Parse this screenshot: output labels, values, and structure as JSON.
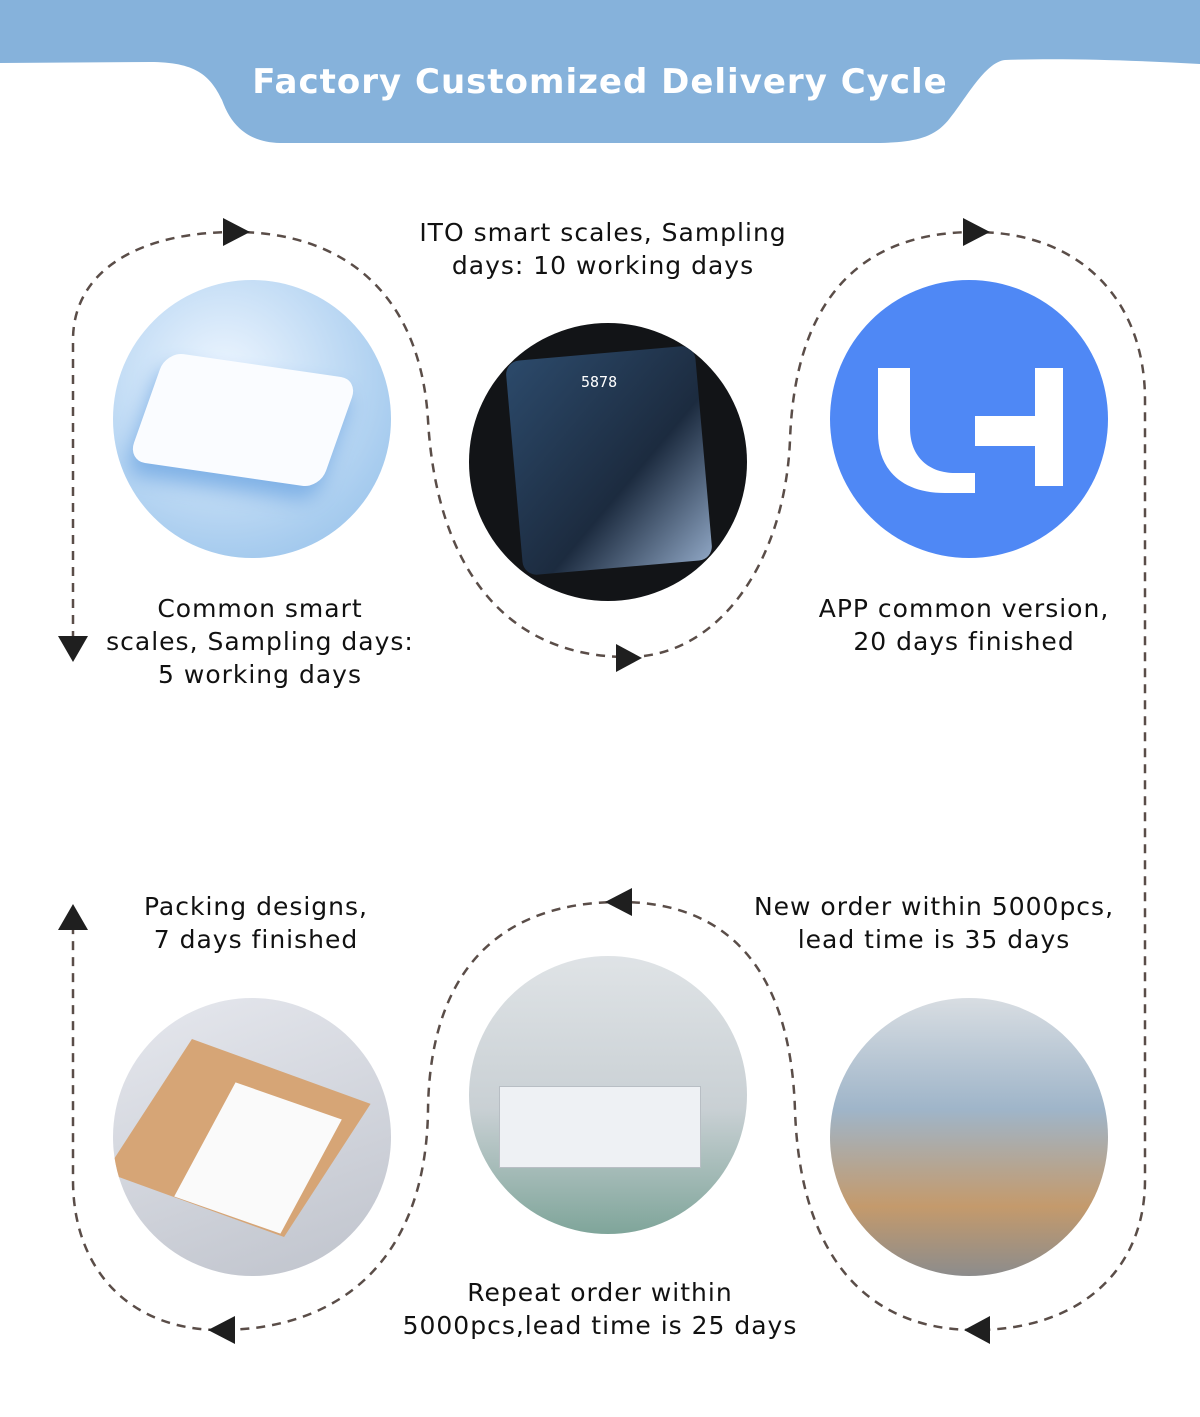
{
  "header": {
    "title": "Factory Customized Delivery Cycle"
  },
  "colors": {
    "header": "#86b2db",
    "path": "#5a4d48",
    "arrow": "#1f1f1f",
    "logo": "#4f88f5"
  },
  "steps": [
    {
      "caption": "Common smart scales, Sampling days: 5 working days",
      "image": "white-smart-scale"
    },
    {
      "caption": "ITO smart scales, Sampling days: 10 working days",
      "image": "dark-ito-scale",
      "display": "5878"
    },
    {
      "caption": "APP common version, 20 days finished",
      "image": "app-logo"
    },
    {
      "caption": "New order within 5000pcs, lead time is 35 days",
      "image": "factory-workers"
    },
    {
      "caption": "Repeat order within 5000pcs,lead time is 25 days",
      "image": "warehouse"
    },
    {
      "caption": "Packing designs, 7 days finished",
      "image": "packing-box"
    }
  ],
  "caption_lines": {
    "s1": [
      "Common smart",
      "scales, Sampling days:",
      "5 working days"
    ],
    "s2": [
      "ITO smart scales, Sampling",
      "days: 10 working days"
    ],
    "s3": [
      "APP common version,",
      "20 days finished"
    ],
    "s4": [
      "New order within 5000pcs,",
      "lead time is 35 days"
    ],
    "s5": [
      "Repeat order within",
      "5000pcs,lead time is 25 days"
    ],
    "s6": [
      "Packing designs,",
      "7 days finished"
    ]
  }
}
